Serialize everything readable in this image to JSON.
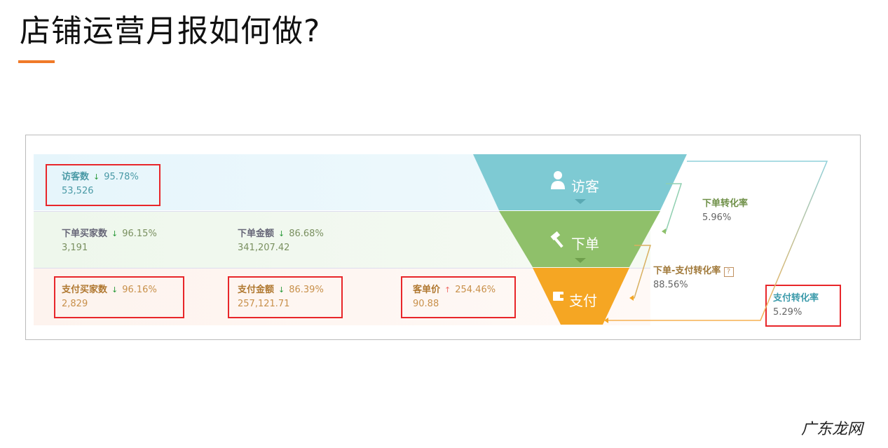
{
  "title": "店铺运营月报如何做?",
  "colors": {
    "visitor": "#7ecad3",
    "order": "#8fc06a",
    "pay": "#f5a623",
    "highlight": "#e8262a",
    "down": "#2a9a3a",
    "up": "#f0706a"
  },
  "rows": {
    "visitor": [
      {
        "label": "访客数",
        "trend": "down",
        "change": "95.78%",
        "value": "53,526"
      }
    ],
    "order": [
      {
        "label": "下单买家数",
        "trend": "down",
        "change": "96.15%",
        "value": "3,191"
      },
      {
        "label": "下单金额",
        "trend": "down",
        "change": "86.68%",
        "value": "341,207.42"
      }
    ],
    "pay": [
      {
        "label": "支付买家数",
        "trend": "down",
        "change": "96.16%",
        "value": "2,829"
      },
      {
        "label": "支付金额",
        "trend": "down",
        "change": "86.39%",
        "value": "257,121.71"
      },
      {
        "label": "客单价",
        "trend": "up",
        "change": "254.46%",
        "value": "90.88"
      }
    ]
  },
  "funnel": {
    "stages": [
      {
        "label": "访客",
        "icon": "user-icon"
      },
      {
        "label": "下单",
        "icon": "gavel-icon"
      },
      {
        "label": "支付",
        "icon": "wallet-icon"
      }
    ]
  },
  "rates": {
    "order_rate": {
      "label": "下单转化率",
      "value": "5.96%"
    },
    "order_pay_rate": {
      "label": "下单-支付转化率",
      "value": "88.56%",
      "help": "?"
    },
    "pay_rate": {
      "label": "支付转化率",
      "value": "5.29%"
    }
  },
  "arrows": {
    "down": "↓",
    "up": "↑"
  },
  "watermark": "广东龙网"
}
